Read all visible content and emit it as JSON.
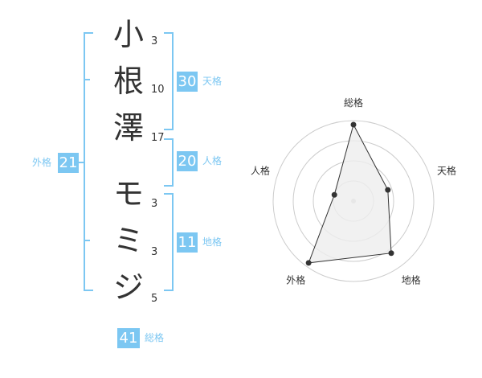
{
  "name": {
    "chars": [
      {
        "char": "小",
        "strokes": "3"
      },
      {
        "char": "根",
        "strokes": "10"
      },
      {
        "char": "澤",
        "strokes": "17"
      },
      {
        "char": "モ",
        "strokes": "3"
      },
      {
        "char": "ミ",
        "strokes": "3"
      },
      {
        "char": "ジ",
        "strokes": "5"
      }
    ]
  },
  "fortunes": {
    "tenkaku": {
      "value": "30",
      "label": "天格"
    },
    "jinkaku": {
      "value": "20",
      "label": "人格"
    },
    "chikaku": {
      "value": "11",
      "label": "地格"
    },
    "gaikaku": {
      "value": "21",
      "label": "外格"
    },
    "soukaku": {
      "value": "41",
      "label": "総格"
    }
  },
  "colors": {
    "accent": "#7cc7f2",
    "text": "#333333",
    "radar_ring": "#cccccc",
    "radar_fill": "#eeeeee"
  },
  "chart_data": {
    "type": "radar",
    "axes": [
      "総格",
      "天格",
      "地格",
      "外格",
      "人格"
    ],
    "values": [
      0.95,
      0.45,
      0.8,
      0.95,
      0.25
    ],
    "range": [
      0,
      1
    ],
    "rings": 4,
    "grid": true
  }
}
